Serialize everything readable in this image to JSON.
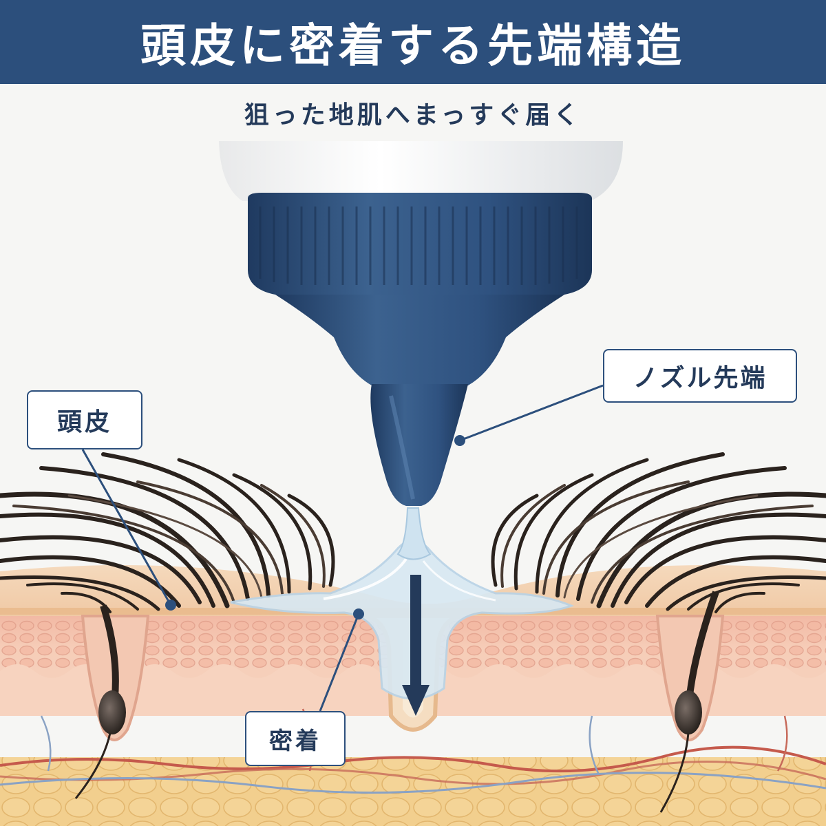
{
  "header": {
    "title": "頭皮に密着する先端構造"
  },
  "subtitle": "狙った地肌へまっすぐ届く",
  "labels": {
    "scalp": "頭皮",
    "nozzle_tip": "ノズル先端",
    "adhesion": "密着"
  },
  "colors": {
    "banner": "#2c4f7c",
    "nozzle": "#2f507c",
    "text_dark": "#243a5a",
    "background": "#f6f6f4",
    "skin_epidermis": "#f3c9a4",
    "skin_dermis": "#f6cdb8",
    "fat": "#f2cf8e",
    "hair": "#2a221d",
    "gel": "#d8e8f2"
  },
  "icons": {
    "arrow": "down-arrow-icon"
  }
}
